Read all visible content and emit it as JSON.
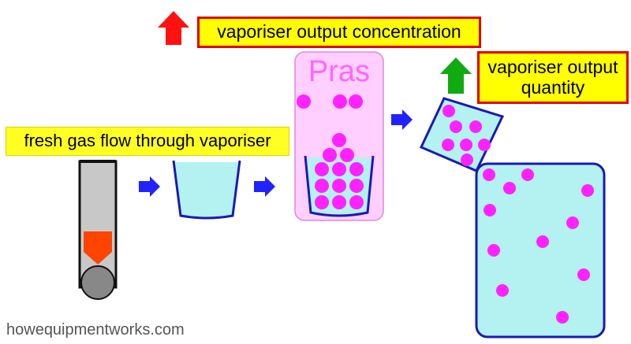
{
  "labels": {
    "concentration": "vaporiser output concentration",
    "quantity": "vaporiser output quantity",
    "fresh_gas_flow": "fresh gas flow through vaporiser",
    "pras": "Pras"
  },
  "credit": "howequipmentworks.com",
  "colors": {
    "up_arrow_red": "#ff1111",
    "up_arrow_green": "#11aa11",
    "flow_arrow": "#2222ff",
    "label_fill": "#ffff00",
    "label_border": "#e00000",
    "liquid": "#b4f2f2",
    "container_outline": "#1a1ab4",
    "molecule": "#ff22ff",
    "chamber_fill": "#ffcfff",
    "flowmeter_bobbin": "#ff4400"
  },
  "icons": [
    "up-arrow-icon",
    "right-arrow-icon",
    "flowmeter-icon"
  ]
}
